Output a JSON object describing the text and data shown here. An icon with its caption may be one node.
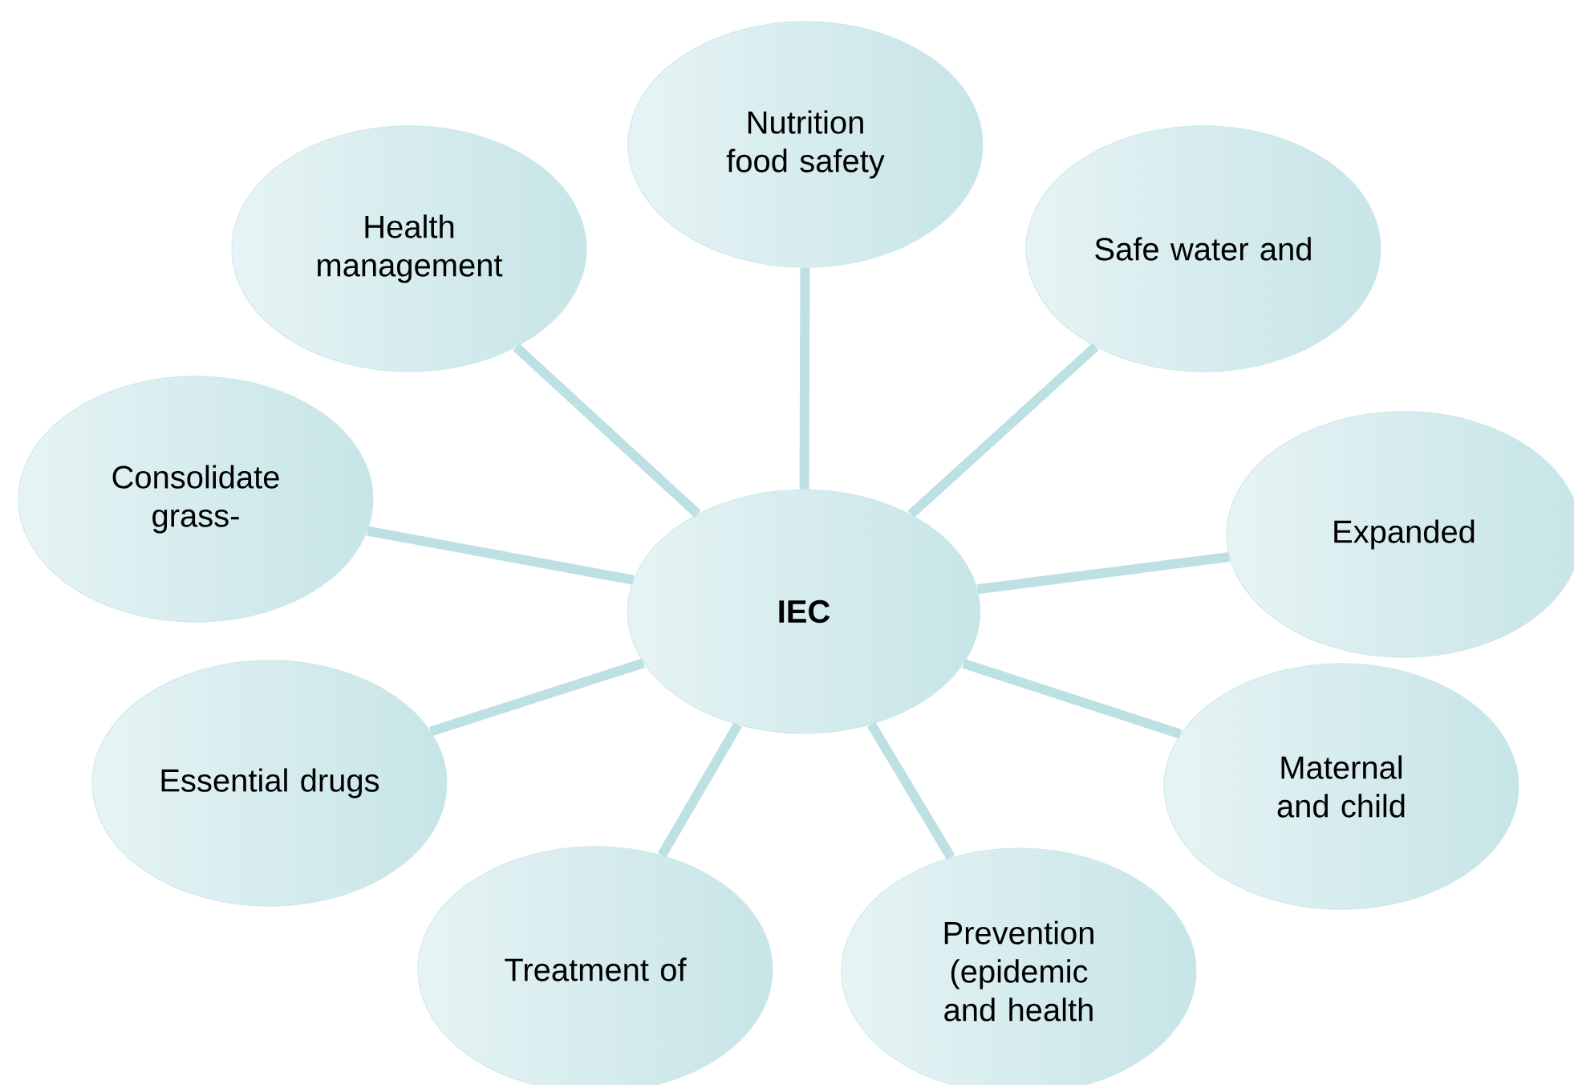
{
  "diagram": {
    "nodes": [
      {
        "text": [
          "Nutrition food safety"
        ]
      },
      {
        "text": [
          "Health management"
        ]
      },
      {
        "text": [
          "Safe water and"
        ]
      },
      {
        "text": [
          "Consolidate grass-"
        ]
      },
      {
        "text": [
          "Expanded"
        ]
      },
      {
        "text": [
          "IEC"
        ]
      },
      {
        "text": [
          "Essential drugs"
        ]
      },
      {
        "text": [
          "Maternal and child"
        ]
      },
      {
        "text": [
          "Treatment of"
        ]
      },
      {
        "text": [
          "Prevention (epidemic and health"
        ]
      }
    ],
    "edges": [
      {
        "from": 5,
        "to": 0,
        "arrow": "none"
      },
      {
        "from": 5,
        "to": 1,
        "arrow": "none"
      },
      {
        "from": 5,
        "to": 2,
        "arrow": "none"
      },
      {
        "from": 5,
        "to": 3,
        "arrow": "none"
      },
      {
        "from": 5,
        "to": 4,
        "arrow": "none"
      },
      {
        "from": 5,
        "to": 6,
        "arrow": "none"
      },
      {
        "from": 5,
        "to": 7,
        "arrow": "none"
      },
      {
        "from": 5,
        "to": 8,
        "arrow": "none"
      },
      {
        "from": 5,
        "to": 9,
        "arrow": "none"
      }
    ]
  }
}
